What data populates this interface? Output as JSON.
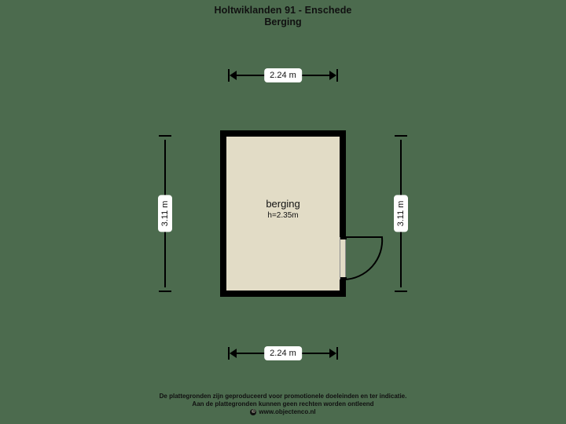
{
  "header": {
    "title": "Holtwiklanden 91 - Enschede",
    "subtitle": "Berging"
  },
  "plan": {
    "room": {
      "name": "berging",
      "height_label": "h=2.35m"
    },
    "dimensions": {
      "top": "2.24 m",
      "bottom": "2.24 m",
      "left": "3.11 m",
      "right": "3.11 m"
    },
    "colors": {
      "background": "#4c6b4e",
      "wall": "#000000",
      "floor": "#e2dcc6",
      "label_background": "#ffffff",
      "text": "#111111"
    }
  },
  "footer": {
    "line1": "De plattegronden zijn geproduceerd voor promotionele doeleinden en ter indicatie.",
    "line2": "Aan de plattegronden kunnen geen rechten worden ontleend",
    "copyright_symbol": "©",
    "copyright_text": "www.objectenco.nl"
  }
}
